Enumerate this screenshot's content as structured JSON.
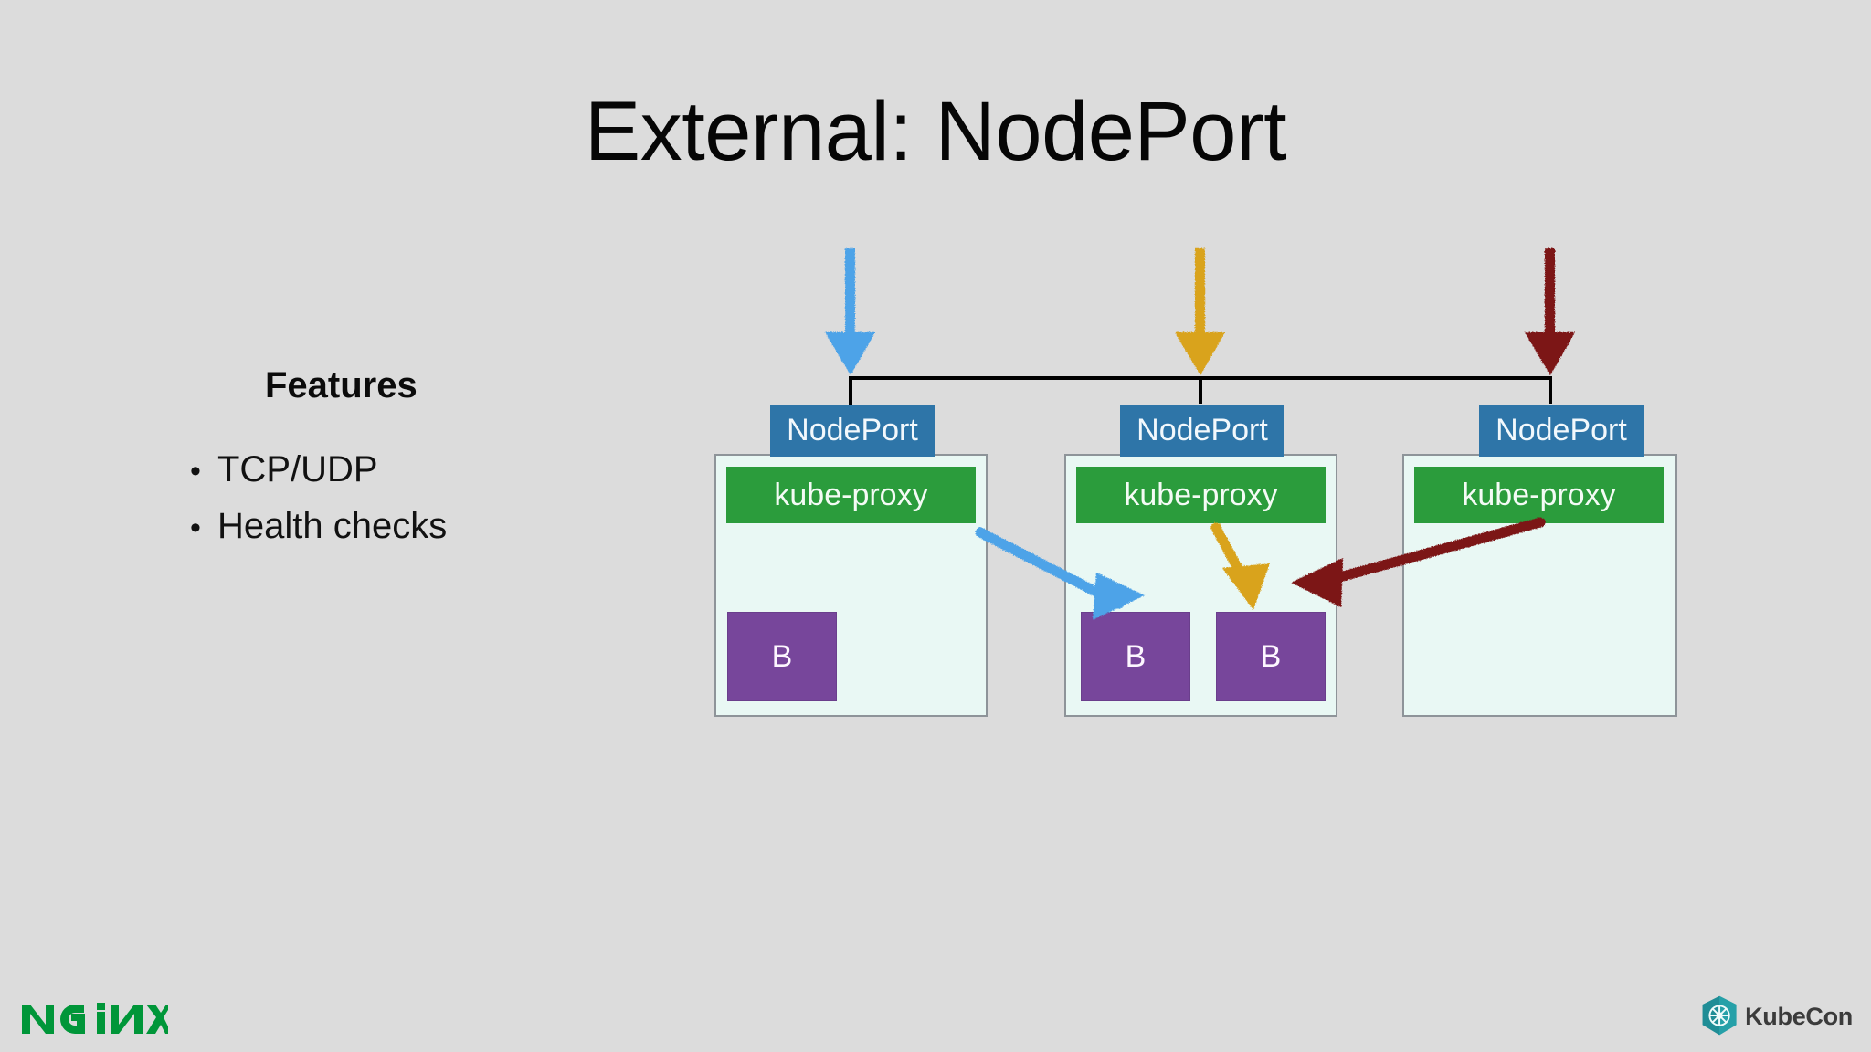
{
  "slide": {
    "title": "External: NodePort",
    "background_color": "#dcdcdc"
  },
  "features": {
    "heading": "Features",
    "bullet_glyph": "•",
    "items": [
      {
        "label": "TCP/UDP"
      },
      {
        "label": "Health checks"
      }
    ]
  },
  "diagram": {
    "colors": {
      "nodeport": "#2e75a8",
      "kube_proxy": "#2b9c3c",
      "pod": "#77469b",
      "node_fill": "#e9f8f4",
      "node_border": "#8e9499",
      "arrow_blue": "#4da3e8",
      "arrow_gold": "#d9a31a",
      "arrow_darkred": "#7c1316",
      "bus_line": "#000000"
    },
    "nodes": [
      {
        "name": "node-1",
        "nodeport_label": "NodePort",
        "kube_proxy_label": "kube-proxy",
        "pods": [
          {
            "label": "B"
          }
        ]
      },
      {
        "name": "node-2",
        "nodeport_label": "NodePort",
        "kube_proxy_label": "kube-proxy",
        "pods": [
          {
            "label": "B"
          },
          {
            "label": "B"
          }
        ]
      },
      {
        "name": "node-3",
        "nodeport_label": "NodePort",
        "kube_proxy_label": "kube-proxy",
        "pods": []
      }
    ],
    "ingress_arrows": [
      {
        "name": "ingress-arrow-blue",
        "color": "#4da3e8"
      },
      {
        "name": "ingress-arrow-gold",
        "color": "#d9a31a"
      },
      {
        "name": "ingress-arrow-darkred",
        "color": "#7c1316"
      }
    ],
    "routing_arrows": [
      {
        "name": "route-arrow-blue",
        "color": "#4da3e8",
        "from": "node-1 kube-proxy",
        "to": "node-2 pod-1"
      },
      {
        "name": "route-arrow-gold",
        "color": "#d9a31a",
        "from": "node-2 kube-proxy",
        "to": "node-2 pod-2"
      },
      {
        "name": "route-arrow-darkred",
        "color": "#7c1316",
        "from": "node-3 kube-proxy",
        "to": "node-2 pod-2"
      }
    ]
  },
  "footer": {
    "nginx_logo_label": "NGINX",
    "nginx_color": "#009639",
    "kubecon_logo_label": "KubeCon",
    "kubecon_color": "#1b8a92"
  }
}
